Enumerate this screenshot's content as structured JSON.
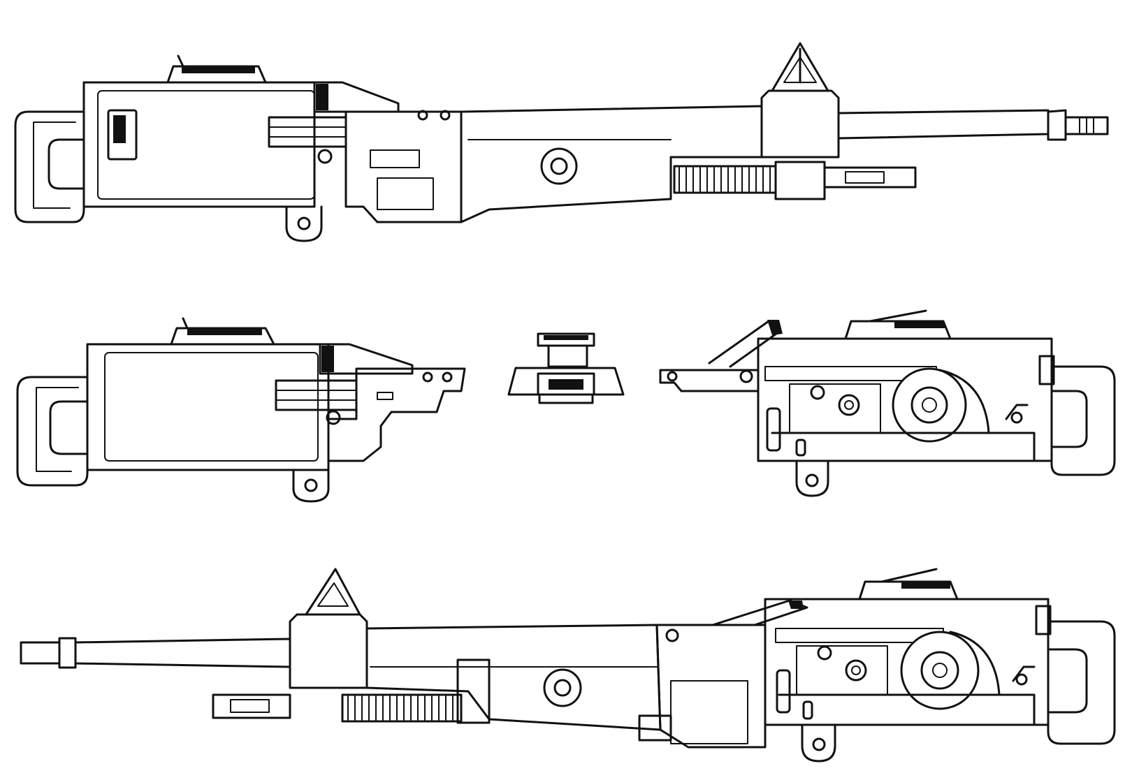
{
  "figure": {
    "views": [
      {
        "name": "assembled-left-side"
      },
      {
        "name": "receiver-left-half"
      },
      {
        "name": "feed-block"
      },
      {
        "name": "receiver-right-half"
      },
      {
        "name": "assembled-right-side"
      }
    ]
  },
  "colors": {
    "ink": "#111111",
    "background": "#ffffff"
  }
}
